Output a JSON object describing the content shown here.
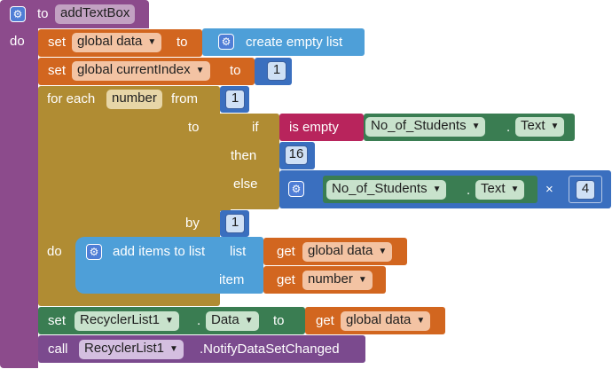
{
  "colors": {
    "procedure": "#8c4b8c",
    "variable": "#d2661f",
    "list": "#4e9fd8",
    "math": "#3a6fbf",
    "control": "#b08c33",
    "logic": "#b8245c",
    "component": "#3a7d52",
    "component_method": "#7b4a8e"
  },
  "procedure": {
    "to_label": "to",
    "name": "addTextBox",
    "do_label": "do",
    "gear_icon": "gear-icon"
  },
  "set_data": {
    "set_label": "set",
    "var": "global data",
    "to_label": "to",
    "value": "create empty list"
  },
  "set_index": {
    "set_label": "set",
    "var": "global currentIndex",
    "to_label": "to",
    "value": "1"
  },
  "for_each": {
    "label": "for each",
    "var": "number",
    "from_label": "from",
    "from_value": "1",
    "to_label": "to",
    "by_label": "by",
    "by_value": "1",
    "do_label": "do"
  },
  "if_block": {
    "if_label": "if",
    "is_empty_label": "is empty",
    "component": "No_of_Students",
    "dot": ".",
    "property": "Text",
    "then_label": "then",
    "then_value": "16",
    "else_label": "else",
    "else_component": "No_of_Students",
    "else_property": "Text",
    "times": "×",
    "else_value": "4"
  },
  "add_items": {
    "label": "add items to list",
    "list_label": "list",
    "item_label": "item",
    "get_label": "get",
    "list_var": "global data",
    "item_var": "number"
  },
  "set_recycler": {
    "set_label": "set",
    "component": "RecyclerList1",
    "dot": ".",
    "property": "Data",
    "to_label": "to",
    "get_label": "get",
    "var": "global data"
  },
  "call": {
    "call_label": "call",
    "component": "RecyclerList1",
    "method": ".NotifyDataSetChanged"
  }
}
